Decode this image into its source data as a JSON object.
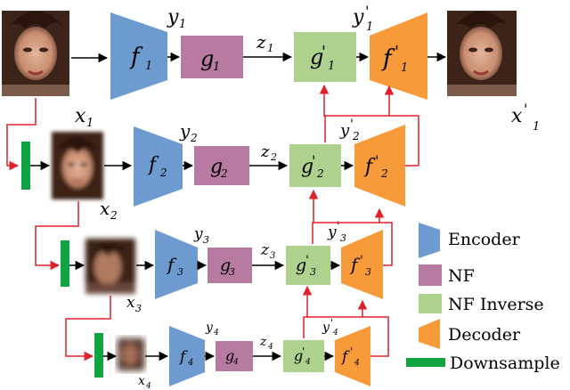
{
  "rows": [
    {
      "x": "x",
      "x_sub": "1",
      "y": "y",
      "y_sub": "1",
      "z": "z",
      "z_sub": "1",
      "f": "f",
      "g": "g",
      "sub": "1",
      "yp": "y",
      "yp_sub": "1",
      "gp": "g",
      "fp": "f",
      "xp": "x",
      "xp_sub": "1",
      "prime": "'"
    },
    {
      "x": "x",
      "x_sub": "2",
      "y": "y",
      "y_sub": "2",
      "z": "z",
      "z_sub": "2",
      "f": "f",
      "g": "g",
      "sub": "2",
      "yp": "y",
      "yp_sub": "2",
      "gp": "g",
      "fp": "f",
      "prime": "'"
    },
    {
      "x": "x",
      "x_sub": "3",
      "y": "y",
      "y_sub": "3",
      "z": "z",
      "z_sub": "3",
      "f": "f",
      "g": "g",
      "sub": "3",
      "yp": "y",
      "yp_sub": "3",
      "gp": "g",
      "fp": "f",
      "prime": "'"
    },
    {
      "x": "x",
      "x_sub": "4",
      "y": "y",
      "y_sub": "4",
      "z": "z",
      "z_sub": "4",
      "f": "f",
      "g": "g",
      "sub": "4",
      "yp": "y",
      "yp_sub": "4",
      "gp": "g",
      "fp": "f",
      "prime": "'"
    }
  ],
  "legend": {
    "encoder": "Encoder",
    "nf": "NF",
    "nf_inverse": "NF Inverse",
    "decoder": "Decoder",
    "downsample": "Downsample"
  },
  "colors": {
    "encoder": "#6d9bd0",
    "nf": "#b77aa0",
    "nf_inverse": "#aed18e",
    "decoder": "#f79a3a",
    "downsample": "#0fa341",
    "skip_arrow": "#e0202a",
    "arrow": "#000000"
  },
  "icons": {
    "face_image": "face-photo"
  }
}
